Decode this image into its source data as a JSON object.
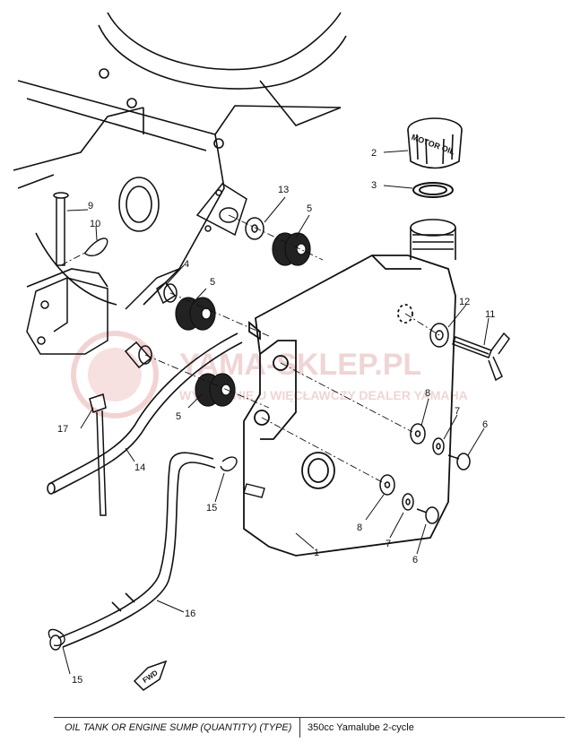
{
  "callouts": {
    "c1": "1",
    "c2": "2",
    "c3": "3",
    "c4": "4",
    "c5a": "5",
    "c5b": "5",
    "c5c": "5",
    "c6a": "6",
    "c6b": "6",
    "c7a": "7",
    "c7b": "7",
    "c8a": "8",
    "c8b": "8",
    "c9": "9",
    "c10": "10",
    "c11": "11",
    "c12": "12",
    "c13": "13",
    "c14": "14",
    "c15a": "15",
    "c15b": "15",
    "c16": "16",
    "c17": "17"
  },
  "cap_text": "MOTOR OIL",
  "fwd_label": "FWD",
  "watermark": {
    "title": "YAMA-SKLEP.PL",
    "subtitle": "WYŁĄCZNIE U WIĘCŁAWCZY DEALER YAMAHA"
  },
  "footer": {
    "left": "OIL TANK OR ENGINE SUMP (QUANTITY) (TYPE)",
    "right": "350cc  Yamalube  2-cycle"
  },
  "colors": {
    "line": "#111111",
    "watermark": "#e8b0b0"
  }
}
